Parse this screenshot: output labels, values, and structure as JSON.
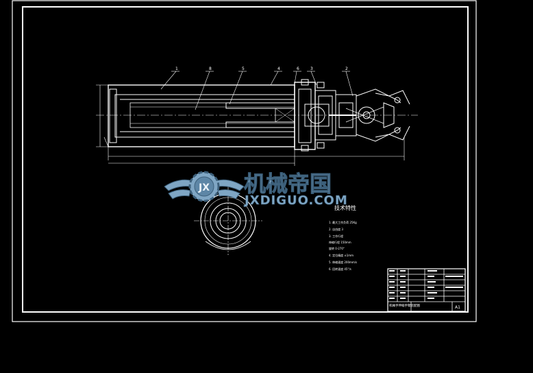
{
  "watermark": {
    "brand_cn": "机械帝国",
    "brand_en": "JXDIGUO.COM",
    "logo_letters": "JX",
    "colors": {
      "primary": "#7fa6c4",
      "outline": "#3c5f7a"
    }
  },
  "drawing": {
    "callouts": [
      "1",
      "8",
      "5",
      "4",
      "6",
      "3",
      "2"
    ],
    "partial_heading": "技术特性",
    "specs": [
      "1. 最大工作负荷 25Kg",
      "2. 自由度 3",
      "3. 工作行程",
      "   伸缩行程 150mm",
      "   旋转 0-270°",
      "4. 定位精度 ±1mm",
      "5. 伸缩速度 200mm/s",
      "6. 回转速度 45°/s"
    ],
    "title_block": {
      "label": "机械手伸缩手臂装配图",
      "sheet": "A1"
    }
  }
}
